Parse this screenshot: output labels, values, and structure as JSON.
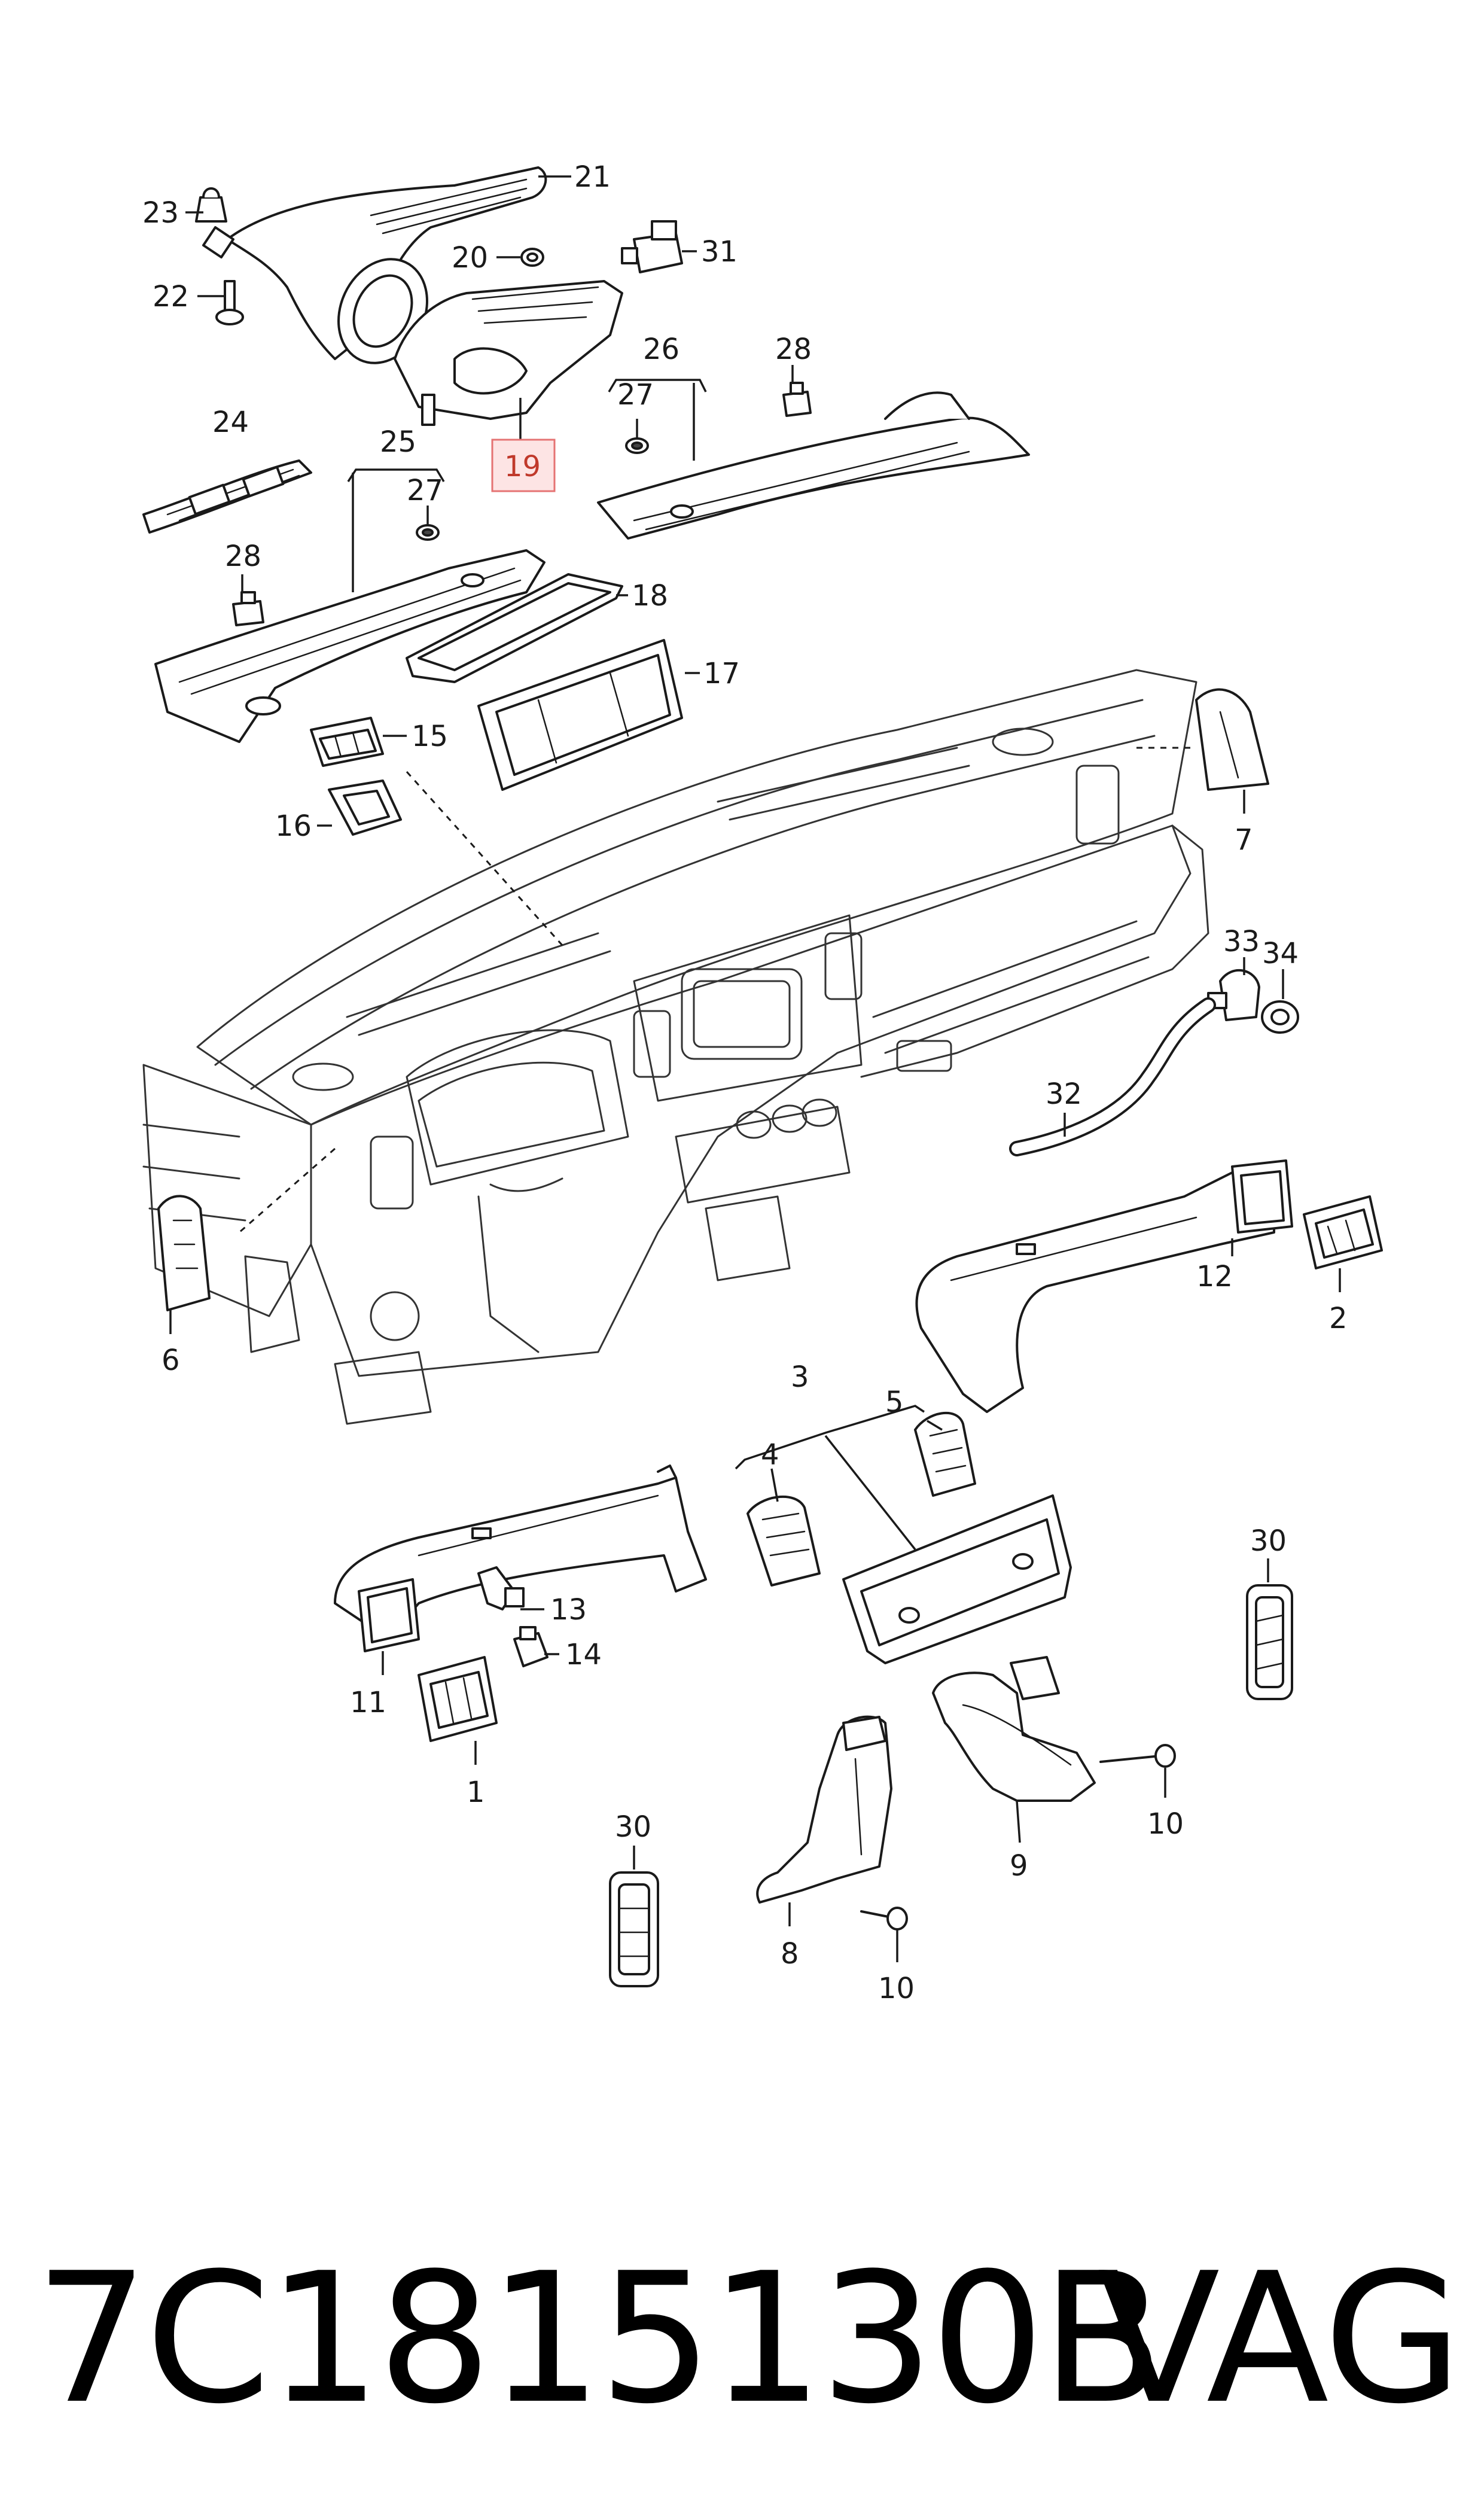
{
  "callouts": {
    "c1": "1",
    "c2": "2",
    "c3": "3",
    "c4": "4",
    "c5": "5",
    "c6": "6",
    "c7": "7",
    "c8": "8",
    "c9": "9",
    "c10a": "10",
    "c10b": "10",
    "c11": "11",
    "c12": "12",
    "c13": "13",
    "c14": "14",
    "c15": "15",
    "c16": "16",
    "c17": "17",
    "c18": "18",
    "c19": "19",
    "c20": "20",
    "c21": "21",
    "c22": "22",
    "c23": "23",
    "c24": "24",
    "c25": "25",
    "c26": "26",
    "c27a": "27",
    "c27b": "27",
    "c28a": "28",
    "c28b": "28",
    "c30a": "30",
    "c30b": "30",
    "c31": "31",
    "c32": "32",
    "c33": "33",
    "c34": "34"
  },
  "highlight": {
    "callout": "19",
    "color": "#e57373",
    "fill": "#fde4e4"
  },
  "footer": {
    "part_number": "7C1815130B",
    "brand": "VAG"
  }
}
